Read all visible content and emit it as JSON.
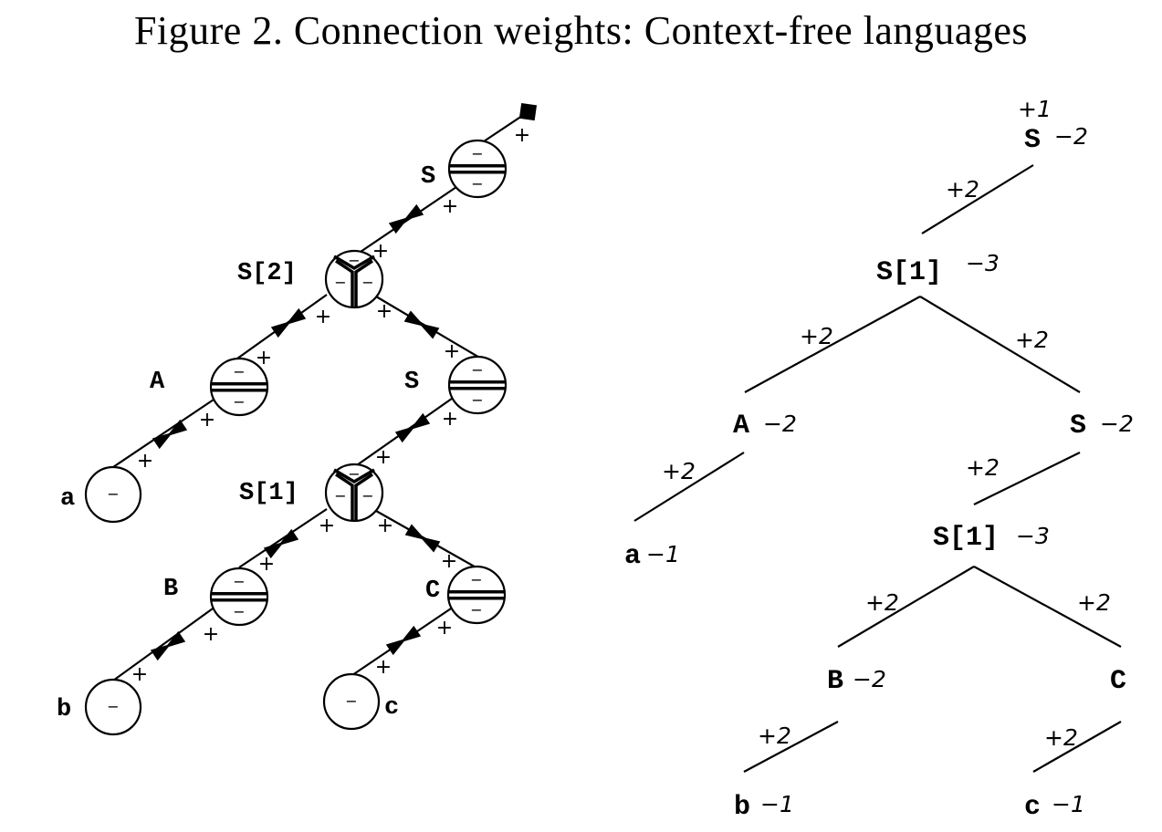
{
  "title": "Figure 2. Connection weights: Context-free languages",
  "network": {
    "nodes": [
      {
        "id": "S_top",
        "label": "S",
        "type": "two-part",
        "inner": [
          "−",
          "−"
        ]
      },
      {
        "id": "S2",
        "label": "S[2]",
        "type": "three-part",
        "inner": [
          "−",
          "−",
          "−"
        ]
      },
      {
        "id": "A",
        "label": "A",
        "type": "two-part",
        "inner": [
          "−",
          "−"
        ]
      },
      {
        "id": "S_mid",
        "label": "S",
        "type": "two-part",
        "inner": [
          "−",
          "−"
        ]
      },
      {
        "id": "a",
        "label": "a",
        "type": "one-part",
        "inner": [
          "−"
        ]
      },
      {
        "id": "S1",
        "label": "S[1]",
        "type": "three-part",
        "inner": [
          "−",
          "−",
          "−"
        ]
      },
      {
        "id": "B",
        "label": "B",
        "type": "two-part",
        "inner": [
          "−",
          "−"
        ]
      },
      {
        "id": "C",
        "label": "C",
        "type": "two-part",
        "inner": [
          "−",
          "−"
        ]
      },
      {
        "id": "b",
        "label": "b",
        "type": "one-part",
        "inner": [
          "−"
        ]
      },
      {
        "id": "c",
        "label": "c",
        "type": "one-part",
        "inner": [
          "−"
        ]
      }
    ],
    "edge_sign": "+"
  },
  "tree": {
    "root_bias": "+1",
    "nodes": [
      {
        "id": "S",
        "label": "S",
        "weight": "−2"
      },
      {
        "id": "S1a",
        "label": "S[1]",
        "weight": "−3"
      },
      {
        "id": "A",
        "label": "A",
        "weight": "−2"
      },
      {
        "id": "Sb",
        "label": "S",
        "weight": "−2"
      },
      {
        "id": "a",
        "label": "a",
        "weight": "−1"
      },
      {
        "id": "S1b",
        "label": "S[1]",
        "weight": "−3"
      },
      {
        "id": "B",
        "label": "B",
        "weight": "−2"
      },
      {
        "id": "C",
        "label": "C",
        "weight": ""
      },
      {
        "id": "b",
        "label": "b",
        "weight": "−1"
      },
      {
        "id": "c",
        "label": "c",
        "weight": "−1"
      }
    ],
    "edge_weights": [
      "+2",
      "+2",
      "+2",
      "+2",
      "+2",
      "+2",
      "+2",
      "+2",
      "+2"
    ]
  }
}
